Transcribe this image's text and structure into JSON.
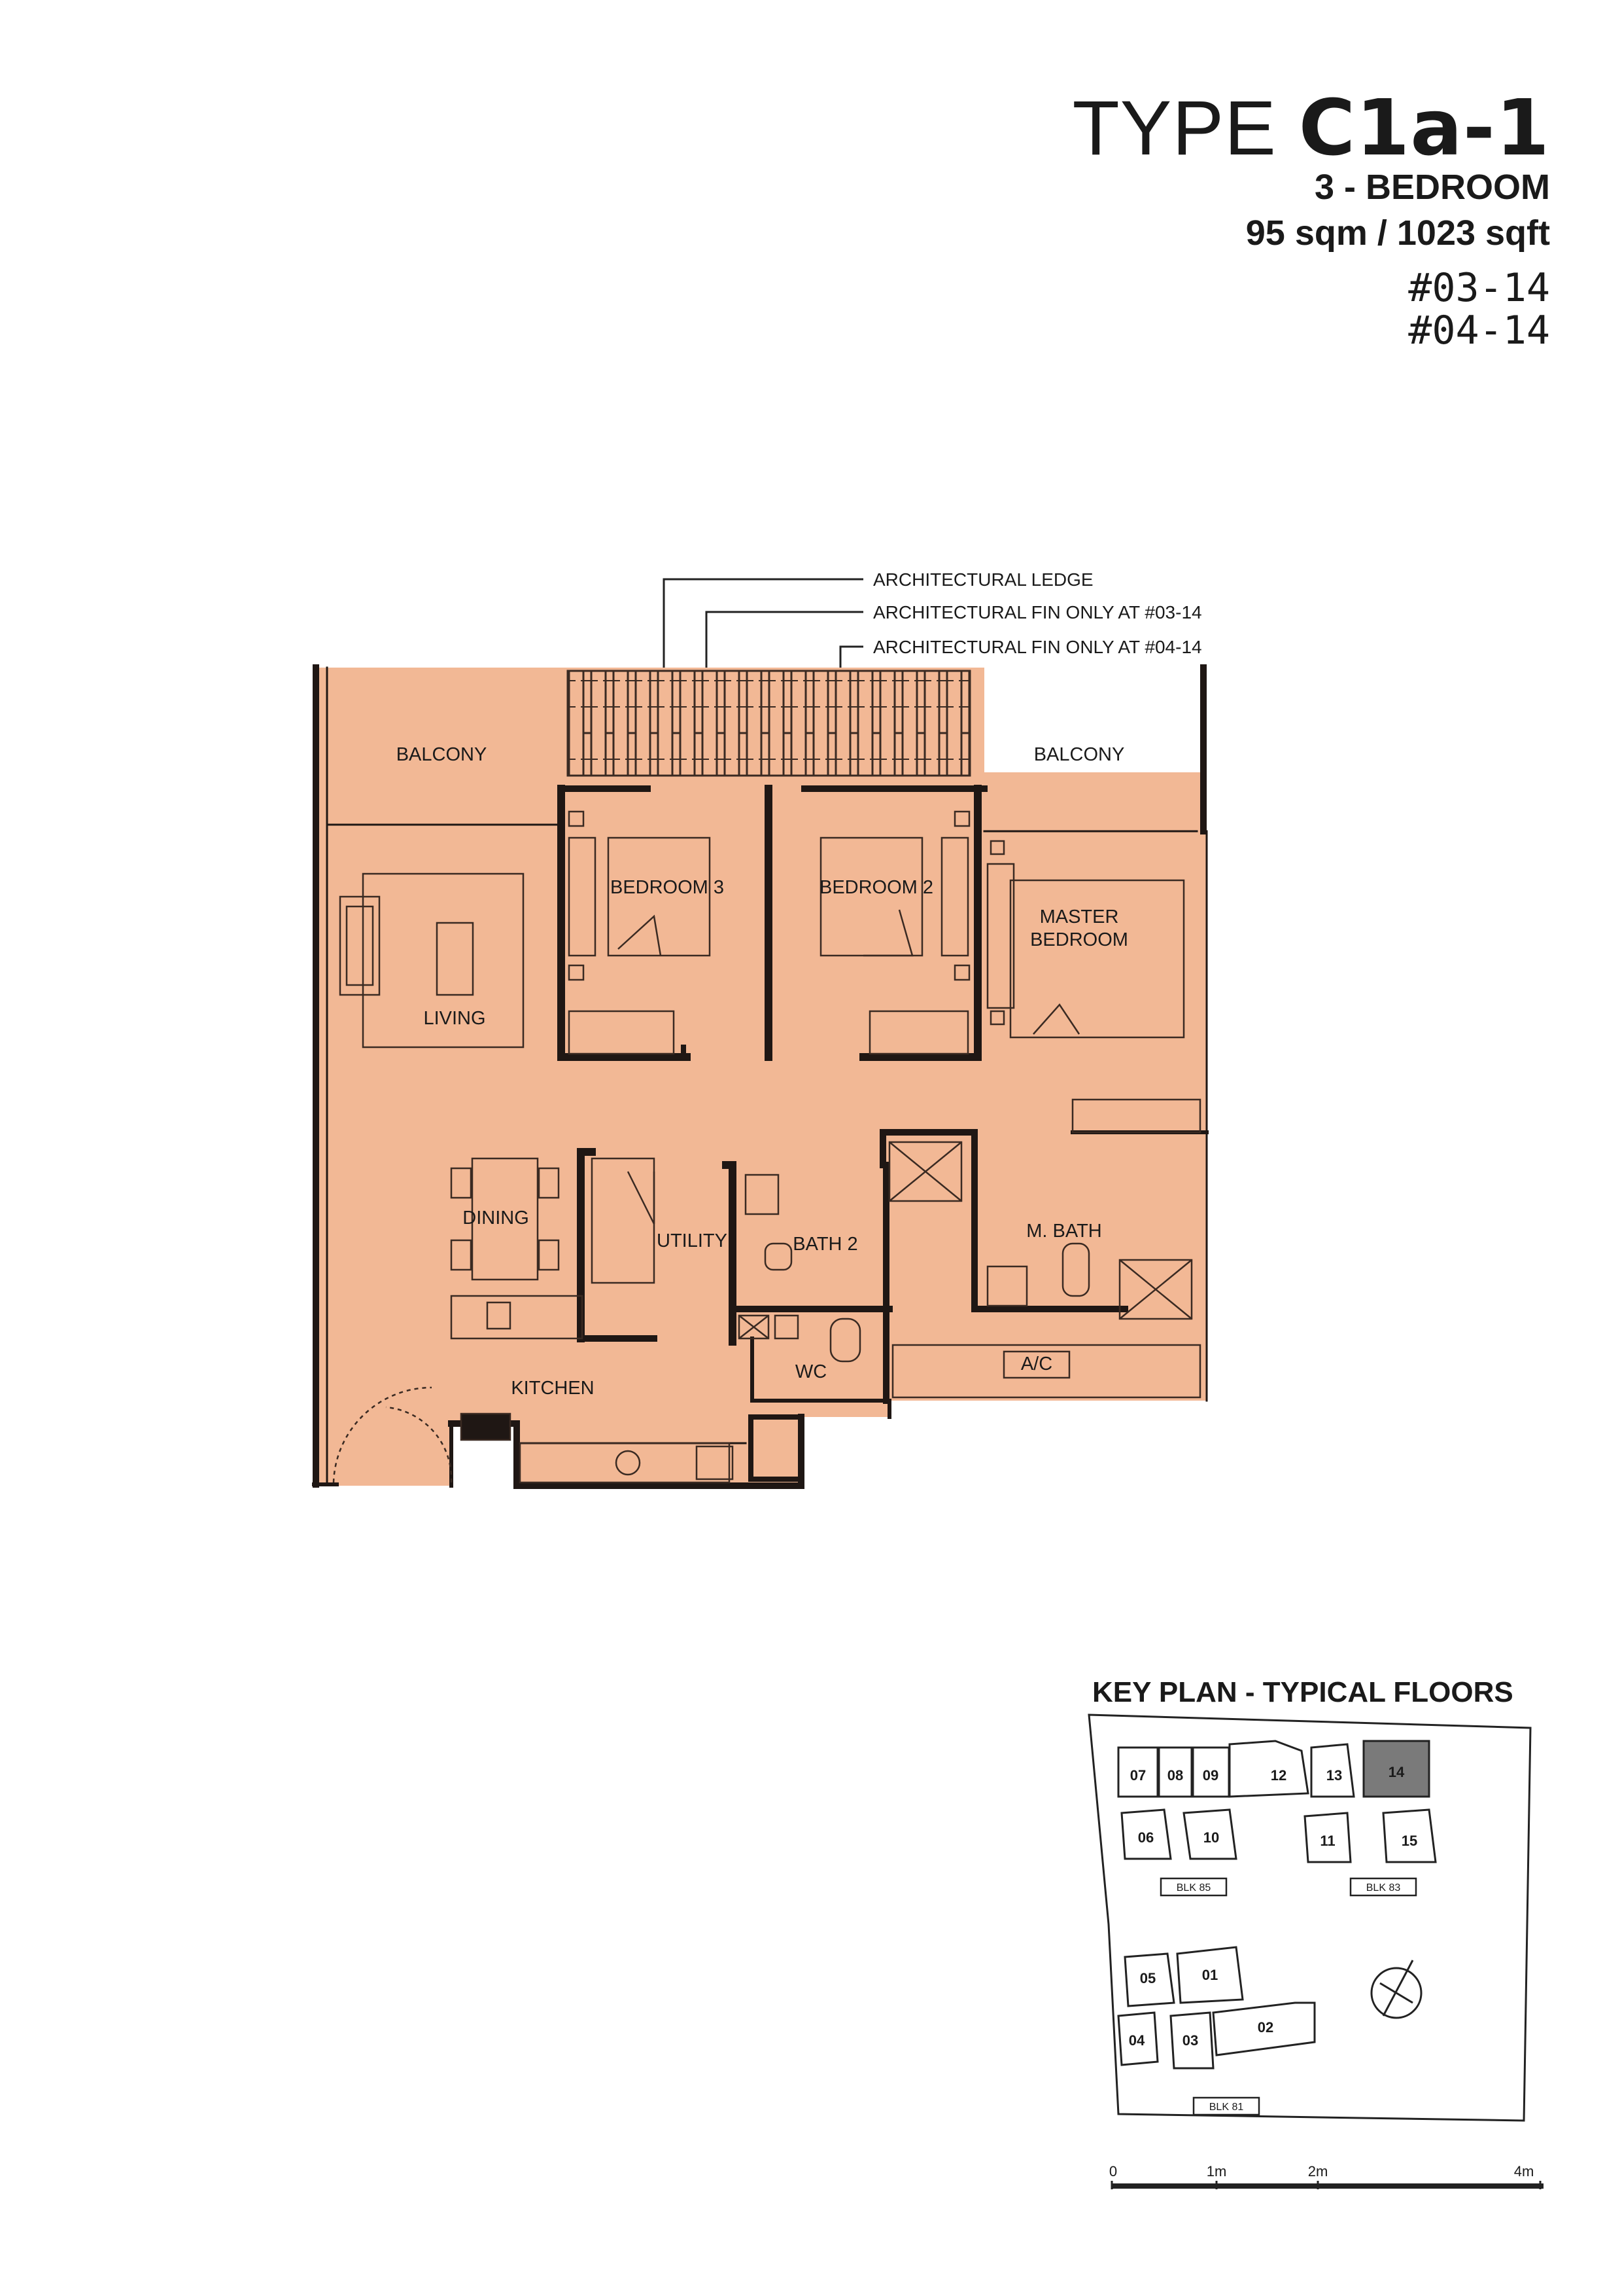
{
  "header": {
    "type_prefix": "TYPE",
    "type_code": "C1a-1",
    "bedroom": "3 - BEDROOM",
    "area": "95 sqm / 1023 sqft",
    "units": [
      "#03-14",
      "#04-14"
    ]
  },
  "annotations": [
    "ARCHITECTURAL LEDGE",
    "ARCHITECTURAL FIN ONLY AT #03-14",
    "ARCHITECTURAL FIN ONLY AT #04-14"
  ],
  "rooms": {
    "balcony_left": "BALCONY",
    "balcony_right": "BALCONY",
    "bedroom3": "BEDROOM 3",
    "bedroom2": "BEDROOM 2",
    "master_1": "MASTER",
    "master_2": "BEDROOM",
    "living": "LIVING",
    "dining": "DINING",
    "utility": "UTILITY",
    "bath2": "BATH 2",
    "mbath": "M. BATH",
    "ac": "A/C",
    "kitchen": "KITCHEN",
    "wc": "WC"
  },
  "key_plan": {
    "title": "KEY PLAN - TYPICAL FLOORS",
    "units": [
      "07",
      "08",
      "09",
      "12",
      "13",
      "14",
      "06",
      "10",
      "11",
      "15",
      "05",
      "01",
      "04",
      "03",
      "02"
    ],
    "highlighted_unit": "14",
    "blocks": [
      "BLK 85",
      "BLK 83",
      "BLK 81"
    ]
  },
  "scale_bar": {
    "labels": [
      "0",
      "1m",
      "2m",
      "4m"
    ]
  },
  "colors": {
    "floor_fill": "#f2b895",
    "wall": "#1f1714",
    "highlight": "#7a7a7a"
  }
}
